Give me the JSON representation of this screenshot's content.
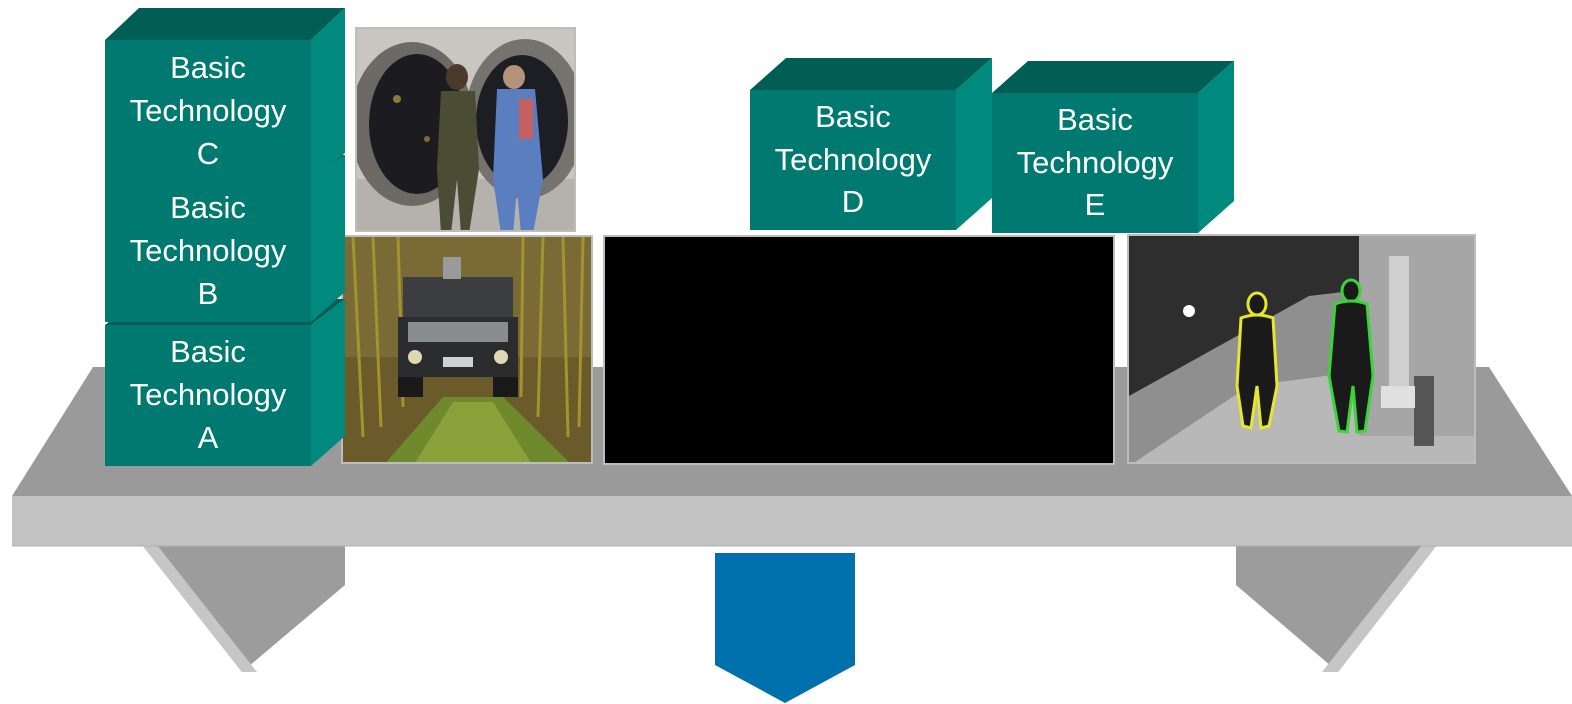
{
  "blocks": {
    "a": {
      "line1": "Basic",
      "line2": "Technology",
      "line3": "A"
    },
    "b": {
      "line1": "Basic",
      "line2": "Technology",
      "line3": "B"
    },
    "c": {
      "line1": "Basic",
      "line2": "Technology",
      "line3": "C"
    },
    "d": {
      "line1": "Basic",
      "line2": "Technology",
      "line3": "D"
    },
    "e": {
      "line1": "Basic",
      "line2": "Technology",
      "line3": "E"
    }
  },
  "colors": {
    "block_front": "#007a70",
    "block_top": "#005e55",
    "block_side": "#008a7e",
    "shelf_top": "#9a9a9a",
    "shelf_front": "#c2c2c2",
    "bracket_front": "#9c9c9c",
    "bracket_edge": "#c6c6c6",
    "arrow": "#0070ad"
  },
  "images": [
    {
      "name": "aircraft-engine-maintenance-photo",
      "description": "aircraft engine maintenance"
    },
    {
      "name": "off-road-vehicle-photo",
      "description": "off-road vehicle"
    },
    {
      "name": "blank-black-panel",
      "description": "black panel"
    },
    {
      "name": "pedestrian-tracking-photo",
      "description": "pedestrian tracking"
    }
  ]
}
